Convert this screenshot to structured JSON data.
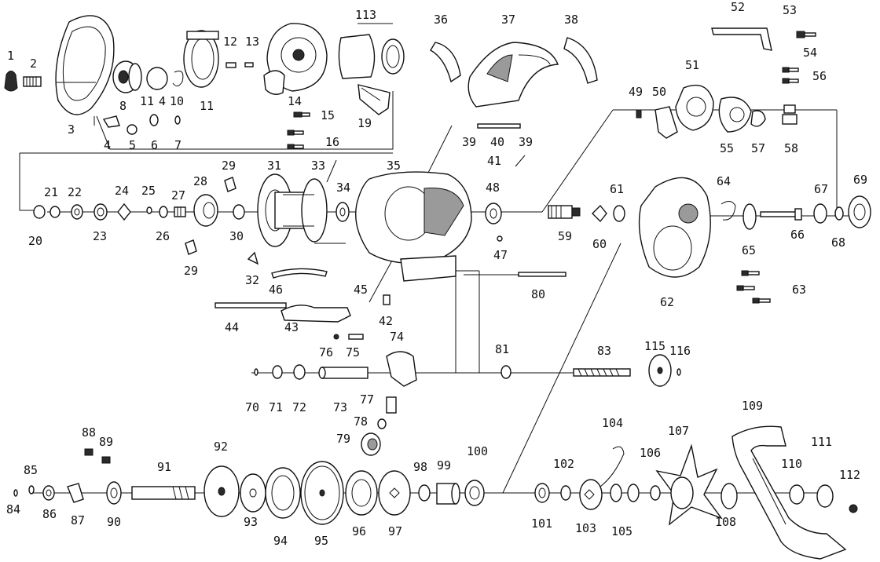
{
  "callouts": [
    {
      "text": "1"
    },
    {
      "text": "2"
    },
    {
      "text": "3"
    },
    {
      "text": "4"
    },
    {
      "text": "5"
    },
    {
      "text": "6"
    },
    {
      "text": "7"
    },
    {
      "text": "8"
    },
    {
      "text": "11"
    },
    {
      "text": "4"
    },
    {
      "text": "10"
    },
    {
      "text": "11"
    },
    {
      "text": "12"
    },
    {
      "text": "13"
    },
    {
      "text": "14"
    },
    {
      "text": "15"
    },
    {
      "text": "16"
    },
    {
      "text": "113"
    },
    {
      "text": "19"
    },
    {
      "text": "36"
    },
    {
      "text": "37"
    },
    {
      "text": "38"
    },
    {
      "text": "39"
    },
    {
      "text": "40"
    },
    {
      "text": "39"
    },
    {
      "text": "41"
    },
    {
      "text": "52"
    },
    {
      "text": "53"
    },
    {
      "text": "54"
    },
    {
      "text": "51"
    },
    {
      "text": "56"
    },
    {
      "text": "49"
    },
    {
      "text": "50"
    },
    {
      "text": "55"
    },
    {
      "text": "57"
    },
    {
      "text": "58"
    },
    {
      "text": "20"
    },
    {
      "text": "21"
    },
    {
      "text": "22"
    },
    {
      "text": "23"
    },
    {
      "text": "24"
    },
    {
      "text": "25"
    },
    {
      "text": "26"
    },
    {
      "text": "27"
    },
    {
      "text": "28"
    },
    {
      "text": "29"
    },
    {
      "text": "29"
    },
    {
      "text": "30"
    },
    {
      "text": "31"
    },
    {
      "text": "32"
    },
    {
      "text": "33"
    },
    {
      "text": "34"
    },
    {
      "text": "35"
    },
    {
      "text": "48"
    },
    {
      "text": "47"
    },
    {
      "text": "59"
    },
    {
      "text": "60"
    },
    {
      "text": "61"
    },
    {
      "text": "62"
    },
    {
      "text": "63"
    },
    {
      "text": "64"
    },
    {
      "text": "65"
    },
    {
      "text": "66"
    },
    {
      "text": "67"
    },
    {
      "text": "68"
    },
    {
      "text": "69"
    },
    {
      "text": "46"
    },
    {
      "text": "45"
    },
    {
      "text": "44"
    },
    {
      "text": "43"
    },
    {
      "text": "42"
    },
    {
      "text": "80"
    },
    {
      "text": "76"
    },
    {
      "text": "75"
    },
    {
      "text": "74"
    },
    {
      "text": "81"
    },
    {
      "text": "83"
    },
    {
      "text": "115"
    },
    {
      "text": "116"
    },
    {
      "text": "70"
    },
    {
      "text": "71"
    },
    {
      "text": "72"
    },
    {
      "text": "73"
    },
    {
      "text": "77"
    },
    {
      "text": "78"
    },
    {
      "text": "79"
    },
    {
      "text": "88"
    },
    {
      "text": "89"
    },
    {
      "text": "85"
    },
    {
      "text": "84"
    },
    {
      "text": "86"
    },
    {
      "text": "87"
    },
    {
      "text": "90"
    },
    {
      "text": "91"
    },
    {
      "text": "92"
    },
    {
      "text": "93"
    },
    {
      "text": "94"
    },
    {
      "text": "95"
    },
    {
      "text": "96"
    },
    {
      "text": "97"
    },
    {
      "text": "98"
    },
    {
      "text": "99"
    },
    {
      "text": "100"
    },
    {
      "text": "104"
    },
    {
      "text": "102"
    },
    {
      "text": "101"
    },
    {
      "text": "103"
    },
    {
      "text": "105"
    },
    {
      "text": "106"
    },
    {
      "text": "107"
    },
    {
      "text": "108"
    },
    {
      "text": "109"
    },
    {
      "text": "110"
    },
    {
      "text": "111"
    },
    {
      "text": "112"
    }
  ]
}
